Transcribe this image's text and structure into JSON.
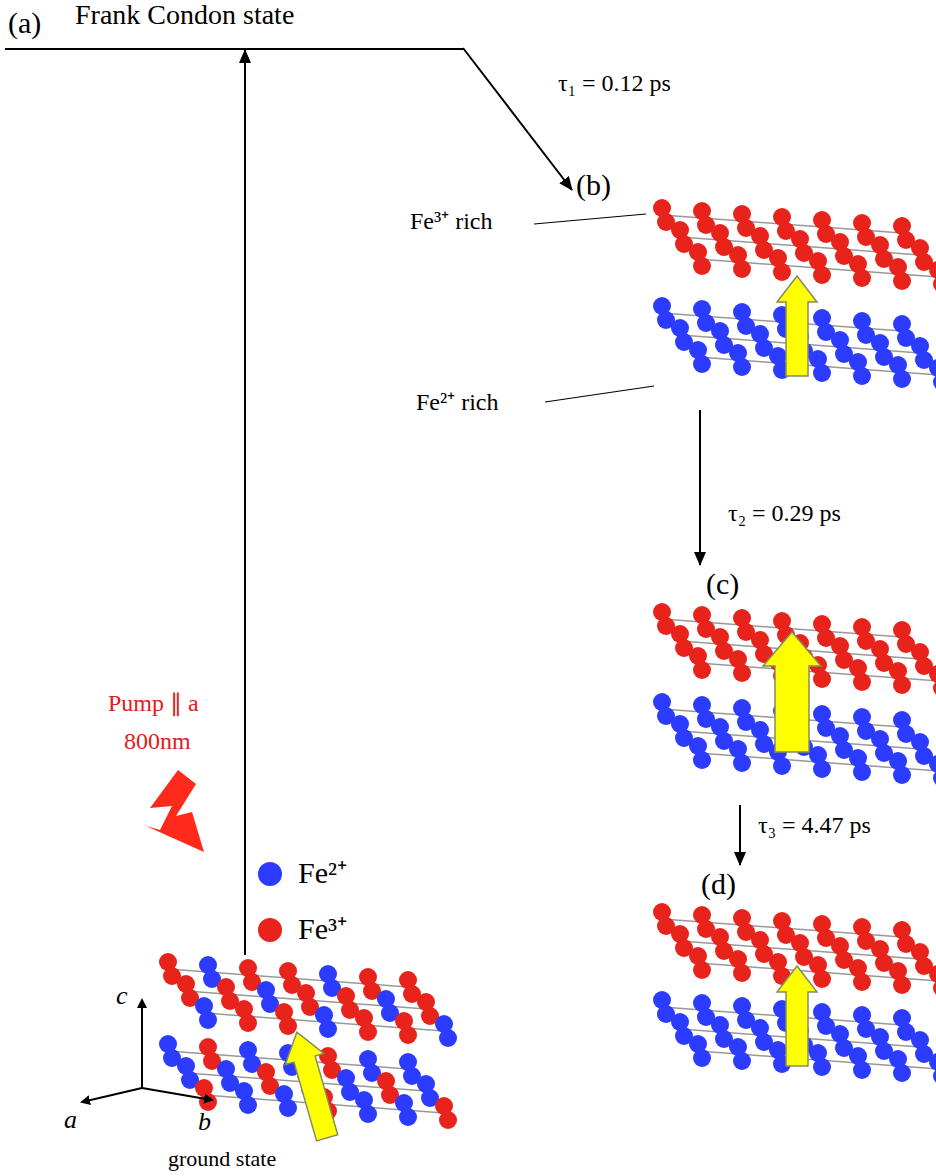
{
  "diagram": {
    "nodes": [
      {
        "text": [
          "(a)",
          "Frank Condon state"
        ]
      },
      {
        "text": [
          "(b)"
        ]
      },
      {
        "text": [
          "(c)"
        ]
      },
      {
        "text": [
          "(d)"
        ]
      },
      {
        "text": [
          "ground state"
        ]
      }
    ],
    "edges": [
      {
        "from": 4,
        "to": 0,
        "arrow": "to"
      },
      {
        "from": 0,
        "to": 1,
        "label": "τ₁ = 0.12 ps",
        "arrow": "to"
      },
      {
        "from": 1,
        "to": 2,
        "label": "τ₂ = 0.29 ps",
        "arrow": "to"
      },
      {
        "from": 2,
        "to": 3,
        "label": "τ₃ = 4.47 ps",
        "arrow": "to"
      }
    ],
    "labels": [
      "Fe³⁺ rich",
      "Fe²⁺ rich",
      "Pump ∥ a",
      "800nm",
      "c",
      "a",
      "b"
    ],
    "legend": [
      {
        "text": "Fe²⁺",
        "color": "#2b3bff"
      },
      {
        "text": "Fe³⁺",
        "color": "#e8231b"
      }
    ]
  }
}
